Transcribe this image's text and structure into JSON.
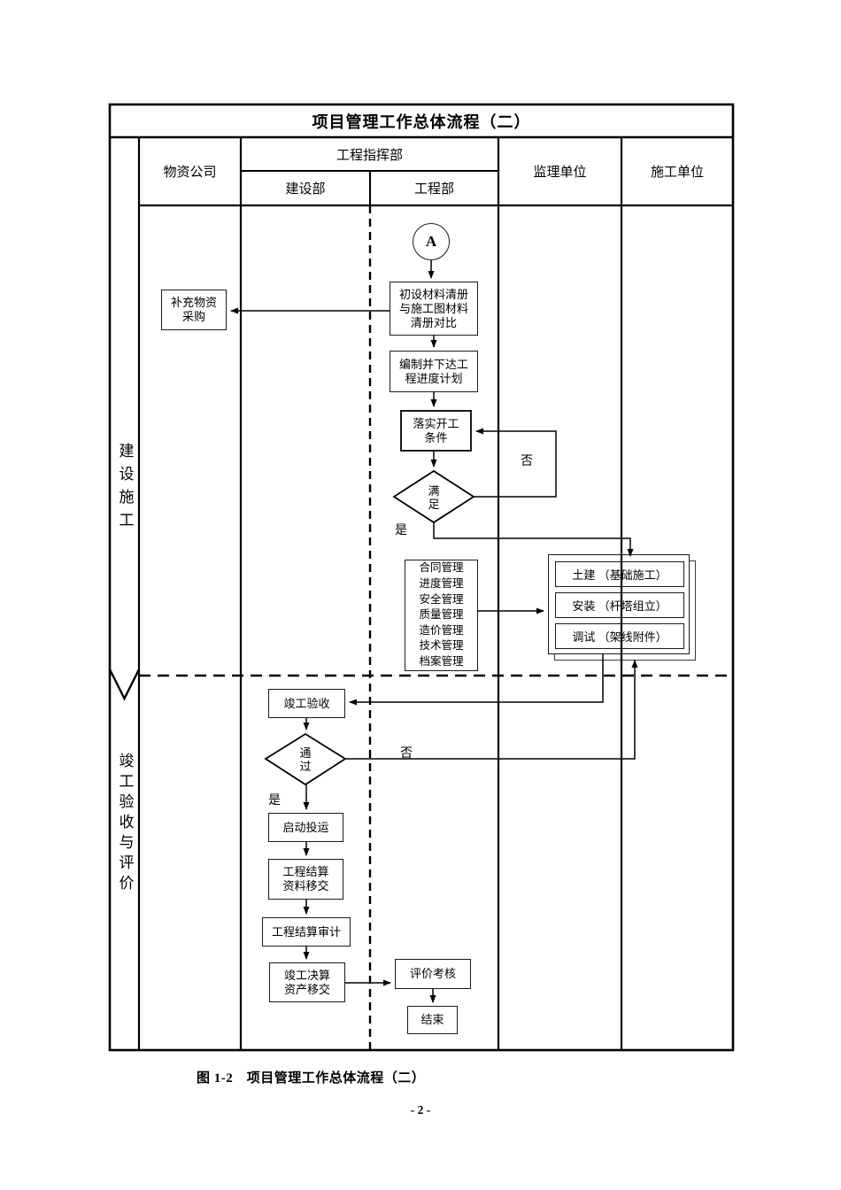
{
  "page": {
    "title": "项目管理工作总体流程（二）",
    "caption": "图 1-2　项目管理工作总体流程（二）",
    "page_number": "- 2 -"
  },
  "header": {
    "supply_company": "物资公司",
    "command_center": "工程指挥部",
    "construction_dept": "建设部",
    "engineering_dept": "工程部",
    "supervision_unit": "监理单位",
    "construction_unit": "施工单位"
  },
  "phases": {
    "upper": "建设施工",
    "lower": "竣工验收与评价"
  },
  "nodes": {
    "start_connector": "A",
    "supplement_procurement": "补充物资\n采购",
    "material_list_compare": "初设材料清册\n与施工图材料\n清册对比",
    "schedule_plan": "编制并下达工\n程进度计划",
    "implement_conditions": "落实开工\n条件",
    "satisfied_decision": "满\n足",
    "management_items": "合同管理\n进度管理\n安全管理\n质量管理\n造价管理\n技术管理\n档案管理",
    "civil_works": "土建 （基础施工）",
    "installation": "安装 （杆塔组立）",
    "commissioning": "调试 （架线附件）",
    "completion_acceptance": "竣工验收",
    "pass_decision": "通\n过",
    "startup_operation": "启动投运",
    "settlement_handover": "工程结算\n资料移交",
    "settlement_audit": "工程结算审计",
    "final_account_transfer": "竣工决算\n资产移交",
    "evaluation": "评价考核",
    "end": "结束"
  },
  "labels": {
    "yes_upper": "是",
    "no_upper": "否",
    "yes_lower": "是",
    "no_lower": "否"
  },
  "colors": {
    "line": "#000000",
    "background": "#ffffff"
  }
}
